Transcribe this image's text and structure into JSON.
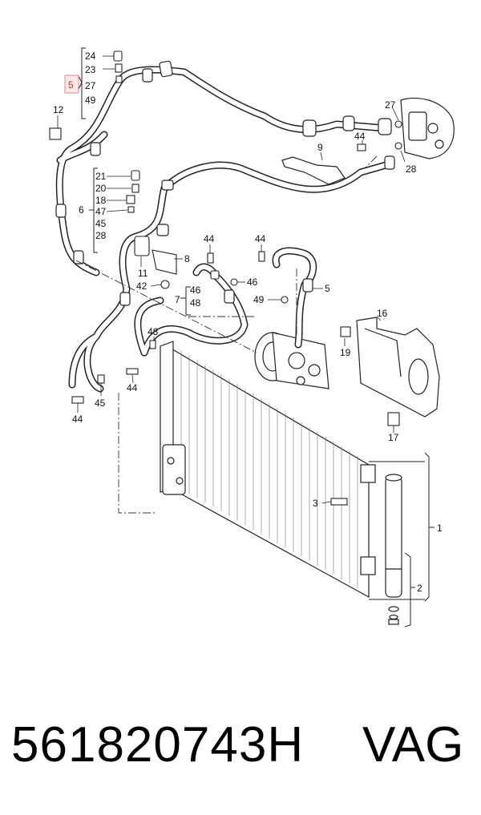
{
  "diagram": {
    "callouts": {
      "c24": "24",
      "c23": "23",
      "c5a": "5",
      "c27a": "27",
      "c49a": "49",
      "c12": "12",
      "c21": "21",
      "c20": "20",
      "c18": "18",
      "c47": "47",
      "c45a": "45",
      "c28a": "28",
      "c6": "6",
      "c8": "8",
      "c11": "11",
      "c42": "42",
      "c44a": "44",
      "c44b": "44",
      "c46a": "46",
      "c46b": "46",
      "c48a": "48",
      "c7": "7",
      "c49b": "49",
      "c5b": "5",
      "c27b": "27",
      "c44c": "44",
      "c9": "9",
      "c28b": "28",
      "c16": "16",
      "c19": "19",
      "c17": "17",
      "c48b": "48",
      "c44d": "44",
      "c44e": "44",
      "c45b": "45",
      "c3": "3",
      "c1": "1",
      "c2": "2"
    }
  },
  "footer": {
    "part_number": "561820743H",
    "brand": "VAG"
  }
}
